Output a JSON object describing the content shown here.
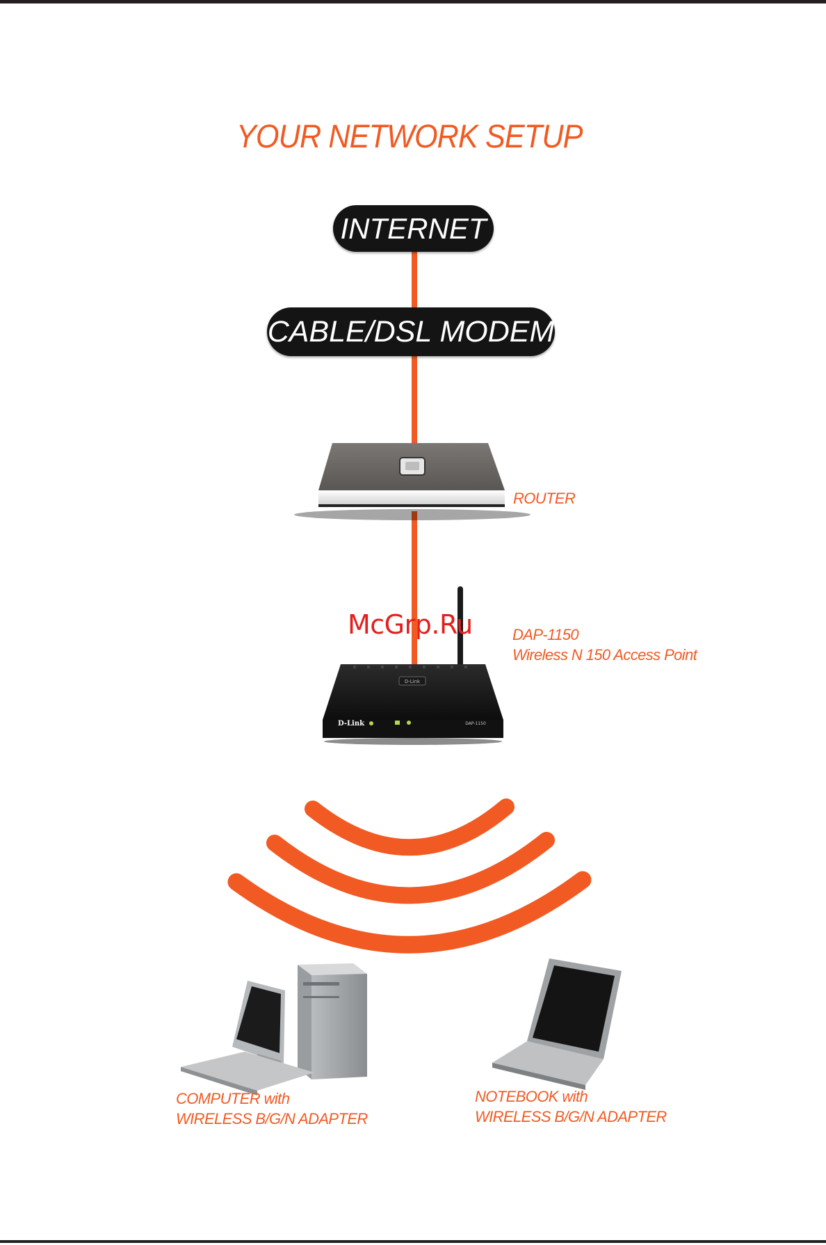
{
  "title": "YOUR NETWORK SETUP",
  "nodes": {
    "internet": "INTERNET",
    "modem": "CABLE/DSL MODEM",
    "router": "ROUTER",
    "access_point": [
      "DAP-1150",
      "Wireless N 150 Access Point"
    ],
    "computer": [
      "COMPUTER with",
      "WIRELESS B/G/N ADAPTER"
    ],
    "notebook": [
      "NOTEBOOK with",
      "WIRELESS B/G/N ADAPTER"
    ]
  },
  "device_text": {
    "ap_brand": "D-Link",
    "ap_model": "DAP-1150",
    "ap_top_badge": "D-Link"
  },
  "watermark": "McGrp.Ru",
  "colors": {
    "accent": "#f15a22",
    "pill_bg": "#141414",
    "watermark": "#e0201c"
  },
  "icons": [
    "router-icon",
    "access-point-icon",
    "wireless-signal-icon",
    "desktop-computer-icon",
    "notebook-icon"
  ]
}
